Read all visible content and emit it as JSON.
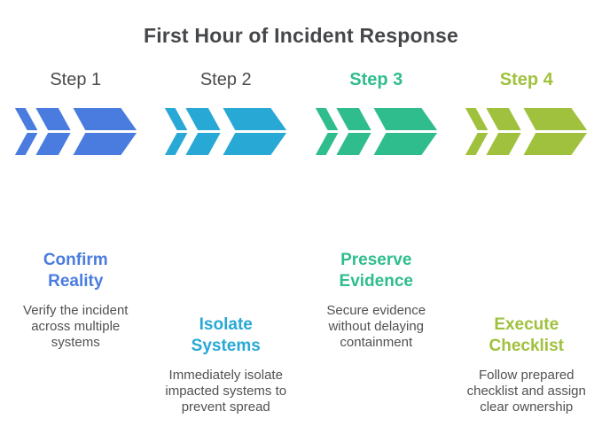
{
  "title": "First Hour of Incident Response",
  "colors": {
    "heading": "#45474A",
    "step_label_default": "#4B4B4D",
    "body_text": "#4F5153",
    "background": "#FFFFFF"
  },
  "steps": [
    {
      "label": "Step 1",
      "color": "#4A7CE0",
      "title": "Confirm\nReality",
      "description": "Verify the incident\nacross multiple\nsystems"
    },
    {
      "label": "Step 2",
      "color": "#28A8D5",
      "title": "Isolate\nSystems",
      "description": "Immediately isolate\nimpacted systems to\nprevent spread"
    },
    {
      "label": "Step 3",
      "color": "#30BD8D",
      "title": "Preserve\nEvidence",
      "description": "Secure evidence\nwithout delaying\ncontainment"
    },
    {
      "label": "Step 4",
      "color": "#A0C13E",
      "title": "Execute\nChecklist",
      "description": "Follow prepared\nchecklist and assign\nclear ownership"
    }
  ]
}
